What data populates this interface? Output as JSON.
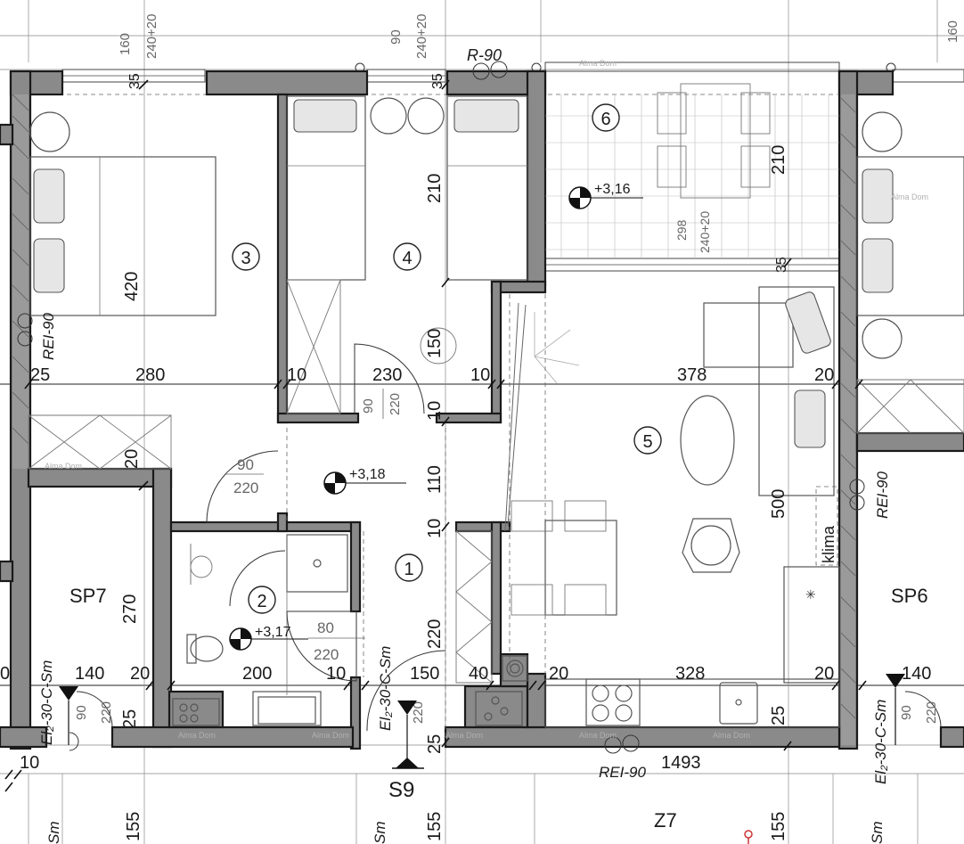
{
  "rooms": [
    {
      "id": "r1",
      "num": "1"
    },
    {
      "id": "r2",
      "num": "2"
    },
    {
      "id": "r3",
      "num": "3"
    },
    {
      "id": "r4",
      "num": "4"
    },
    {
      "id": "r5",
      "num": "5"
    },
    {
      "id": "r6",
      "num": "6"
    }
  ],
  "elevations": {
    "a": "+3,16",
    "b": "+3,18",
    "c": "+3,17"
  },
  "dims": {
    "top_160a": "160",
    "top_240_20a": "240+20",
    "top_90": "90",
    "top_240_20b": "240+20",
    "top_160b": "160",
    "d35a": "35",
    "d35b": "35",
    "d35c": "35",
    "d420": "420",
    "d210a": "210",
    "d210b": "210",
    "d150v": "150",
    "d298": "298",
    "d240_20c": "240+20",
    "h25a": "25",
    "h280": "280",
    "h10a": "10",
    "h230": "230",
    "h10b": "10",
    "h378": "378",
    "h20a": "20",
    "door90_220a_w": "90",
    "door90_220a_h": "220",
    "door90_220b_w": "90",
    "door90_220b_h": "220",
    "door80_220_w": "80",
    "door80_220_h": "220",
    "v20a": "20",
    "v110": "110",
    "v10a": "10",
    "v10b": "10",
    "v270": "270",
    "v220": "220",
    "v500": "500",
    "b0": "0",
    "b140a": "140",
    "b20a": "20",
    "b200": "200",
    "b10a": "10",
    "b150": "150",
    "b40": "40",
    "b20b": "20",
    "b328": "328",
    "b20c": "20",
    "b140b": "140",
    "b25a": "25",
    "b25b": "25",
    "b25c": "25",
    "b90a": "90",
    "b220a": "220",
    "b220b": "220",
    "b90b": "90",
    "b220c": "220",
    "b10b": "10",
    "b1493": "1493",
    "b155a": "155",
    "b155b": "155",
    "b155c": "155"
  },
  "labels": {
    "sp7": "SP7",
    "sp6": "SP6",
    "s9": "S9",
    "z7": "Z7",
    "klima": "klima",
    "r90": "R-90",
    "rei90a": "REI-90",
    "rei90b": "REI-90",
    "rei90c": "REI-90",
    "el_left": "El₂-30-C-Sm",
    "el_mid": "El₂-30-C-Sm",
    "el_right": "El₂-30-C-Sm",
    "sm1": "Sm",
    "sm2": "Sm",
    "sm3": "Sm"
  },
  "watermark": "Alma Dom"
}
